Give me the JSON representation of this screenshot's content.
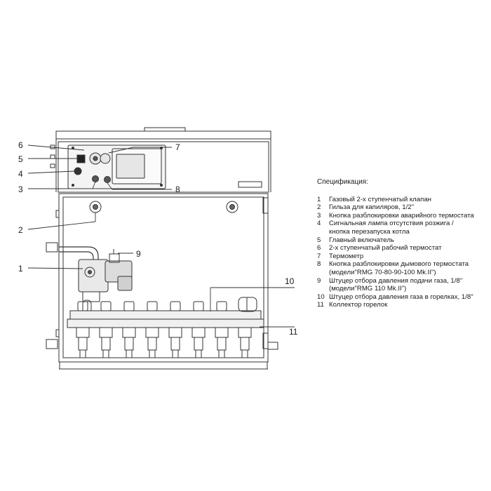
{
  "callouts": {
    "c1": "1",
    "c2": "2",
    "c3": "3",
    "c4": "4",
    "c5": "5",
    "c6": "6",
    "c7": "7",
    "c8": "8",
    "c9": "9",
    "c10": "10",
    "c11": "11"
  },
  "spec": {
    "title": "Спецификация:",
    "items": [
      {
        "num": "1",
        "text": "Газовый 2-х ступенчатый клапан"
      },
      {
        "num": "2",
        "text": "Гильза для капиляров, 1/2\""
      },
      {
        "num": "3",
        "text": "Кнопка разблокировки аварийного термостата"
      },
      {
        "num": "4",
        "text": "Сигнальная лампа отсутствия розжига /"
      },
      {
        "num": "",
        "text": "кнопка перезапуска котла"
      },
      {
        "num": "5",
        "text": "Главный включатель"
      },
      {
        "num": "6",
        "text": "2-х ступенчатый рабочий термостат"
      },
      {
        "num": "7",
        "text": "Термометр"
      },
      {
        "num": "8",
        "text": "Кнопка разблокировки дымового термостата"
      },
      {
        "num": "",
        "text": "(модели\"RMG 70-80-90-100 Mk.II\")"
      },
      {
        "num": "9",
        "text": "Штуцер отбора давления подачи газа, 1/8\""
      },
      {
        "num": "",
        "text": "(модели\"RMG 110 Mk.II\")"
      },
      {
        "num": "10",
        "text": "Штуцер отбора давления газа в горелках, 1/8\""
      },
      {
        "num": "11",
        "text": "Коллектор горелок"
      }
    ]
  }
}
